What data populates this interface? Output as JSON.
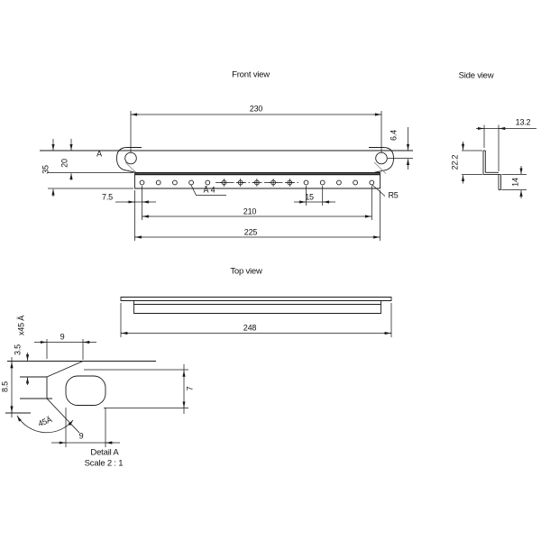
{
  "drawing": {
    "front": {
      "title": "Front view",
      "dim_width": "230",
      "dim_hole_offset": "6.4",
      "dim_flange_top": "20",
      "dim_height": "35",
      "dim_first_hole": "7.5",
      "dim_pitch": "15",
      "dim_hole_span": "210",
      "dim_flange_len": "225",
      "callout_hole": "Ā 4",
      "callout_radius": "R5",
      "detail_marker": "A"
    },
    "side": {
      "title": "Side view",
      "dim_depth": "13.2",
      "dim_height": "22.2",
      "dim_leg": "14"
    },
    "top": {
      "title": "Top view",
      "dim_length": "248"
    },
    "detail": {
      "caption": "Detail A",
      "scale": "Scale 2 : 1",
      "dim_top": "9",
      "dim_chamfer": "3.5",
      "chamfer_label": "x45 Ä",
      "dim_height": "8.5",
      "angle_label": "45Ä",
      "dim_slot": "9",
      "dim_thickness": "7"
    },
    "colors": {
      "line": "#1a1a1a",
      "tangent": "#999999",
      "text": "#111111",
      "background": "#ffffff"
    }
  }
}
